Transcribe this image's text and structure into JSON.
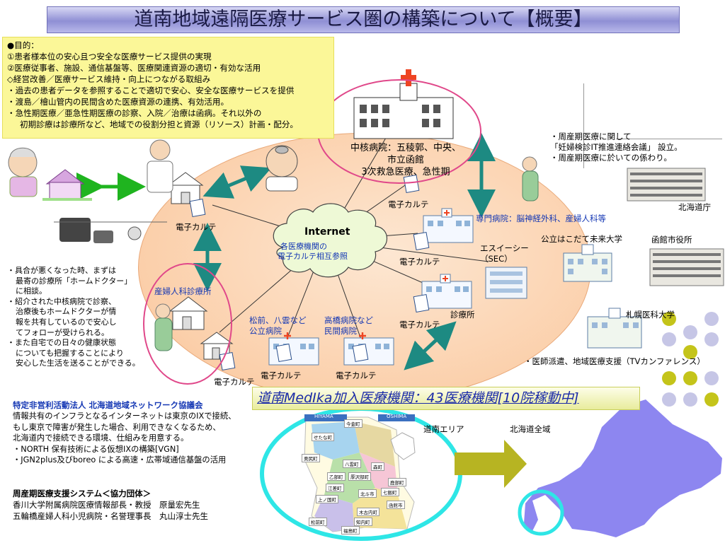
{
  "title": "道南地域遠隔医療サービス圏の構築について【概要】",
  "goals": [
    "●目的：",
    "①患者様本位の安心且つ安全な医療サービス提供の実現",
    "②医療従事者、施設、通信基盤等、医療関連資源の適切・有効な活用",
    "◇経営改善／医療サービス維持・向上につながる取組み",
    "・過去の患者データを参照することで適切で安心、安全な医療サービスを提供",
    "・渡島／檜山管内の民間含めた医療資源の連携、有効活用。",
    "・急性期医療／亜急性期医療の診察、入院／治療は函病。それ以外の",
    "初期診療は診療所など、地域での役割分担と資源（リソース）計画・配分。"
  ],
  "core_hospital": [
    "中核病院：五稜郭、中央、",
    "市立函館",
    "3次救急医療、急性期"
  ],
  "perinatal": [
    "・周産期医療に関して",
    "「妊婦検診IT推進連絡会議」 設立。",
    "・周産期医療に於いての係わり。"
  ],
  "labels": {
    "hokkaido_office": "北海道庁",
    "ekarte": "電子カルテ",
    "specialist": "専門病院：脳神経外科、産婦人科等",
    "future_univ": "公立はこだて未来大学",
    "city_hall": "函館市役所",
    "internet": "Internet",
    "cloud_line1": "各医療機関の",
    "cloud_line2": "電子カルテ相互参照",
    "sec_line1": "エスイーシー",
    "sec_line2": "（SEC）",
    "obgyn": "産婦人科診療所",
    "clinic": "診療所",
    "sapporo": "札幌医科大学",
    "public_line1": "松前、八雲など",
    "public_line2": "公立病院",
    "private_line1": "高橋病院など",
    "private_line2": "民間病院",
    "dispatch": "・医師派遣、地域医療支援（TVカンファレンス）",
    "medika": "道南MedIka加入医療機関：43医療機関[10院稼動中]",
    "donan_area": "道南エリア",
    "hokkaido_all": "北海道全域",
    "map_hiyama": "HIYAMA",
    "map_oshima": "OSHIMA"
  },
  "left_notes": [
    "・具合が悪くなった時、まずは",
    "最寄の診療所「ホームドクター」",
    "に相談。",
    "・紹介された中核病院で診察、",
    "治療後もホームドクターが情",
    "報を共有しているので安心し",
    "てフォローが受けられる。",
    "・また自宅での日々の健康状態",
    "についても把握することにより",
    "安心した生活を送ることができる。"
  ],
  "npo": {
    "title": "特定非営利活動法人 北海道地域ネットワーク協議会",
    "lines": [
      "情報共有のインフラとなるインターネットは東京のIXで接続、",
      "もし東京で障害が発生した場合、利用できなくなるため、",
      "北海道内で接続できる環境、仕組みを用意する。",
      "・NORTH 保有技術による仮想IXの構築[VGN]",
      "・JGN2plus及びboreo による高速・広帯域通信基盤の活用"
    ]
  },
  "support": {
    "title": "周産期医療支援システム＜協力団体＞",
    "lines": [
      "香川大学附属病院医療情報部長・教授　原量宏先生",
      "五輪橋産婦人科小児病院・名誉理事長　丸山淳士先生"
    ]
  },
  "towns": [
    "今金町",
    "せたな町",
    "乙部町",
    "奥尻町",
    "八雲町",
    "森町",
    "江差町",
    "厚沢部町",
    "鹿部町",
    "上ノ国町",
    "北斗市",
    "七飯町",
    "函館市",
    "松前町",
    "木古内町",
    "知内町",
    "福島町"
  ],
  "colors": {
    "title_bg": "#8f8fd4",
    "goal_bg": "#fbf798",
    "ellipse": "#fbcfaa",
    "pink": "#e0488a",
    "teal_arrow": "#1d8a82",
    "blue_text": "#1437b4",
    "cyan_ring": "#2ee6e6",
    "hokkaido_map": "#8d86f0",
    "olive_arrow": "#b7b422"
  }
}
